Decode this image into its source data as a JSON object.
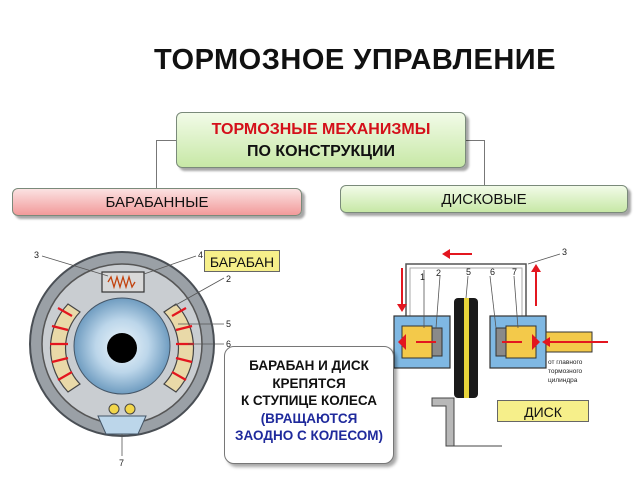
{
  "title": "ТОРМОЗНОЕ УПРАВЛЕНИЕ",
  "main_box": {
    "line1": "ТОРМОЗНЫЕ МЕХАНИЗМЫ",
    "line2": "ПО КОНСТРУКЦИИ"
  },
  "drum_box": {
    "label": "БАРАБАННЫЕ"
  },
  "disc_box": {
    "label": "ДИСКОВЫЕ"
  },
  "drum_tag": "БАРАБАН",
  "disc_tag": "ДИСК",
  "note": {
    "line1": "БАРАБАН И ДИСК",
    "line2": "КРЕПЯТСЯ",
    "line3": "К СТУПИЦЕ КОЛЕСА",
    "line4": "(ВРАЩАЮТСЯ",
    "line5": "ЗАОДНО С КОЛЕСОМ)"
  },
  "drum_callouts": {
    "n3": "3",
    "n4": "4",
    "n2": "2",
    "n5": "5",
    "n6": "6",
    "n7": "7"
  },
  "disc_callouts": {
    "n1": "1",
    "n2": "2",
    "n5": "5",
    "n6": "6",
    "n7": "7",
    "n3": "3"
  },
  "disc_side_text": {
    "l1": "от главного",
    "l2": "тормозного",
    "l3": "цилиндра"
  },
  "colors": {
    "red": "#d4101a",
    "green_box": "#c7e8a6",
    "pink_box": "#f29a9a",
    "tag_yellow": "#f6ef8a",
    "blue_text": "#1f2a9c"
  }
}
